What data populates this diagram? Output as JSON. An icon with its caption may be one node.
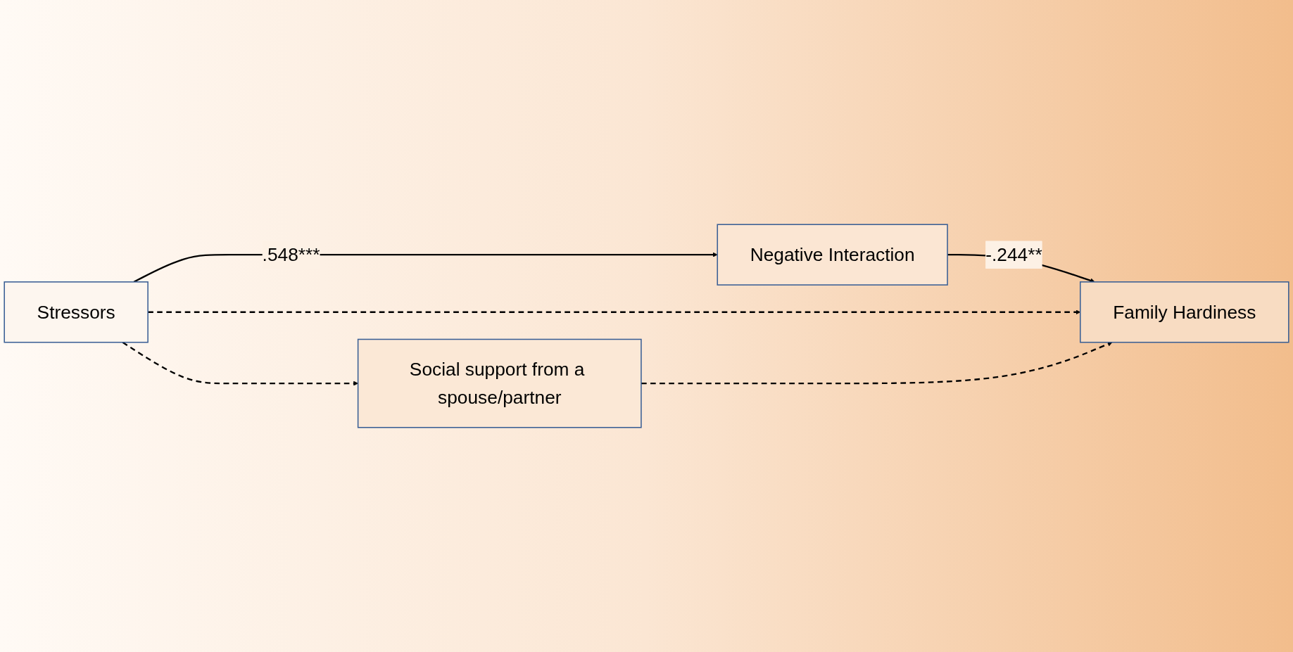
{
  "diagram": {
    "nodes": [
      {
        "text": [
          "Stressors"
        ]
      },
      {
        "text": [
          "Negative Interaction"
        ]
      },
      {
        "text": [
          "Family Hardiness"
        ]
      },
      {
        "text": [
          "Social support from a spouse/partner"
        ]
      }
    ],
    "edges": [
      {
        "from": 0,
        "to": 1,
        "arrow": "to",
        "label": ".548***"
      },
      {
        "from": 1,
        "to": 2,
        "arrow": "to",
        "label": "-.244**"
      },
      {
        "from": 0,
        "to": 2,
        "arrow": "to",
        "style": "dashed"
      },
      {
        "from": 0,
        "to": 3,
        "arrow": "to",
        "style": "dashed"
      },
      {
        "from": 3,
        "to": 2,
        "arrow": "to",
        "style": "dashed"
      }
    ]
  }
}
